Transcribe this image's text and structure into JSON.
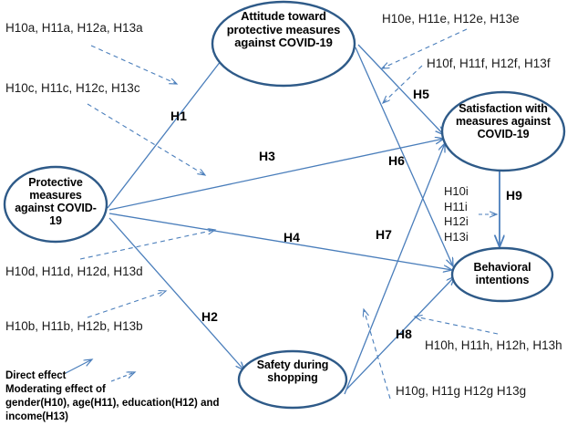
{
  "figure": {
    "type": "conceptual-path-diagram",
    "colors": {
      "edge": "#4a7ebb",
      "node_border": "#2e5a88",
      "node_fill": "#ffffff",
      "text": "#000000"
    }
  },
  "nodes": [
    {
      "id": "attitude",
      "label": "Attitude toward protective measures against COVID-19"
    },
    {
      "id": "protective",
      "label": "Protective measures against COVID-19"
    },
    {
      "id": "satisfaction",
      "label": "Satisfaction with measures against COVID-19"
    },
    {
      "id": "behavioral",
      "label": "Behavioral intentions"
    },
    {
      "id": "safety",
      "label": "Safety during shopping"
    }
  ],
  "hypotheses": [
    {
      "id": "H1",
      "label": "H1"
    },
    {
      "id": "H2",
      "label": "H2"
    },
    {
      "id": "H3",
      "label": "H3"
    },
    {
      "id": "H4",
      "label": "H4"
    },
    {
      "id": "H5",
      "label": "H5"
    },
    {
      "id": "H6",
      "label": "H6"
    },
    {
      "id": "H7",
      "label": "H7"
    },
    {
      "id": "H8",
      "label": "H8"
    },
    {
      "id": "H9",
      "label": "H9"
    }
  ],
  "moderators": [
    {
      "id": "a",
      "label": "H10a, H11a, H12a, H13a"
    },
    {
      "id": "c",
      "label": "H10c, H11c, H12c, H13c"
    },
    {
      "id": "e",
      "label": "H10e, H11e, H12e, H13e"
    },
    {
      "id": "f",
      "label": "H10f, H11f, H12f, H13f"
    },
    {
      "id": "d",
      "label": "H10d, H11d, H12d, H13d"
    },
    {
      "id": "b",
      "label": "H10b, H11b, H12b, H13b"
    },
    {
      "id": "h",
      "label": "H10h, H11h, H12h, H13h"
    },
    {
      "id": "g",
      "label": "H10g, H11g H12g H13g"
    }
  ],
  "moderator_stack_i": [
    {
      "label": "H10i"
    },
    {
      "label": "H11i"
    },
    {
      "label": "H12i"
    },
    {
      "label": "H13i"
    }
  ],
  "legend": {
    "direct": "Direct effect",
    "moderating_line1": "Moderating effect of",
    "moderating_line2": "gender(H10), age(H11),  education(H12) and",
    "moderating_line3": "income(H13)"
  }
}
